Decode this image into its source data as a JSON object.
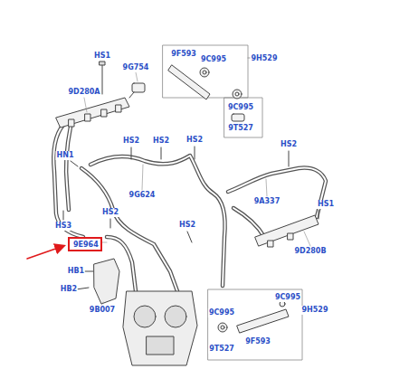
{
  "diagram": {
    "nodes": [
      {
        "text": [
          "9E964"
        ]
      }
    ],
    "labels": [
      "HS1",
      "9G754",
      "9F593",
      "9H529",
      "9C995",
      "9D280A",
      "9C995",
      "9T527",
      "HN1",
      "HS2",
      "HS2",
      "HS2",
      "HS2",
      "9G624",
      "9A337",
      "HS1",
      "HS2",
      "HS3",
      "HS2",
      "9D280B",
      "HB1",
      "HB2",
      "9B007",
      "9C995",
      "9C995",
      "9H529",
      "9F593",
      "9T527"
    ]
  }
}
